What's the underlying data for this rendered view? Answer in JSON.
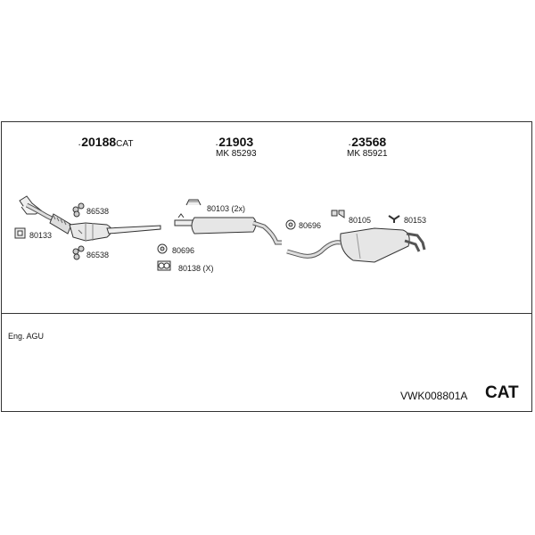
{
  "header": {
    "col1": {
      "number": "20188",
      "suffix": "CAT"
    },
    "col2": {
      "number": "21903",
      "mk": "MK  85293"
    },
    "col3": {
      "number": "23568",
      "mk": "MK  85921"
    }
  },
  "parts": {
    "p86538_top": "86538",
    "p80133": "80133",
    "p86538_bot": "86538",
    "p80103": "80103 (2x)",
    "p80696_a": "80696",
    "p80138": "80138 (X)",
    "p80696_b": "80696",
    "p80105": "80105",
    "p80153": "80153"
  },
  "footer": {
    "engine": "Eng. AGU",
    "code": "VWK008801A",
    "type": "CAT"
  }
}
